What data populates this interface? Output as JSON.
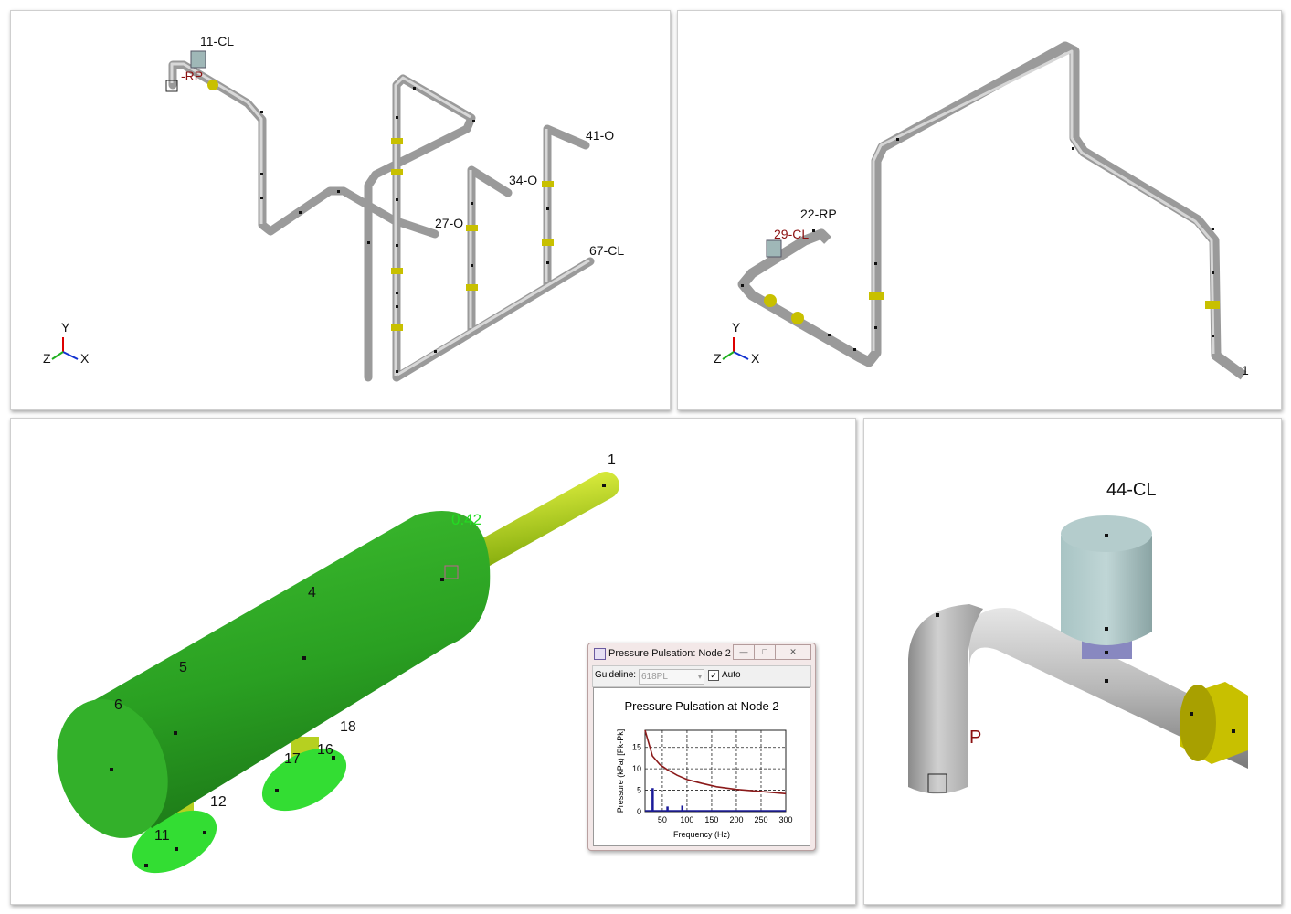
{
  "views": {
    "top_left": {
      "node_labels": [
        "11-CL",
        "-RP",
        "41-O",
        "34-O",
        "27-O",
        "67-CL"
      ],
      "axes": {
        "y": "Y",
        "z": "Z",
        "x": "X"
      }
    },
    "top_right": {
      "node_labels": [
        "22-RP",
        "29-CL",
        "1"
      ],
      "axes": {
        "y": "Y",
        "z": "Z",
        "x": "X"
      }
    },
    "bottom_left": {
      "node_labels": [
        "1",
        "4",
        "5",
        "6",
        "18",
        "17",
        "16",
        "12",
        "11"
      ],
      "value_label": "0.42",
      "value_color": "#22dd22"
    },
    "bottom_right": {
      "node_labels": [
        "44-CL",
        "P"
      ]
    }
  },
  "dialog": {
    "title": "Pressure Pulsation: Node 2",
    "guideline_label": "Guideline:",
    "guideline_value": "618PL",
    "auto_label": "Auto",
    "auto_checked": true,
    "minimize": "—",
    "restore": "□",
    "close": "✕"
  },
  "chart_data": {
    "type": "line",
    "title": "Pressure Pulsation at Node 2",
    "xlabel": "Frequency (Hz)",
    "ylabel": "Pressure (kPa) [Pk-Pk]",
    "xlim": [
      15,
      300
    ],
    "ylim": [
      0,
      19
    ],
    "xticks": [
      50,
      100,
      150,
      200,
      250,
      300
    ],
    "yticks": [
      0,
      5,
      10,
      15
    ],
    "grid": true,
    "series": [
      {
        "kind": "line",
        "color": "#8b1a1a",
        "x": [
          15,
          20,
          30,
          45,
          60,
          80,
          100,
          130,
          160,
          200,
          250,
          300
        ],
        "y": [
          19,
          17,
          13,
          11,
          9.8,
          8.5,
          7.5,
          6.6,
          5.8,
          5.2,
          4.7,
          4.2
        ]
      },
      {
        "kind": "bar",
        "color": "#1a1a9a",
        "x": [
          30,
          60,
          90,
          120
        ],
        "y": [
          5.5,
          1.2,
          1.4,
          0.2
        ]
      }
    ]
  },
  "colors": {
    "pipe": "#a8a8a8",
    "ring": "#c8c000",
    "vessel_green": "#33bb22",
    "node_label_red": "#8b1010"
  }
}
